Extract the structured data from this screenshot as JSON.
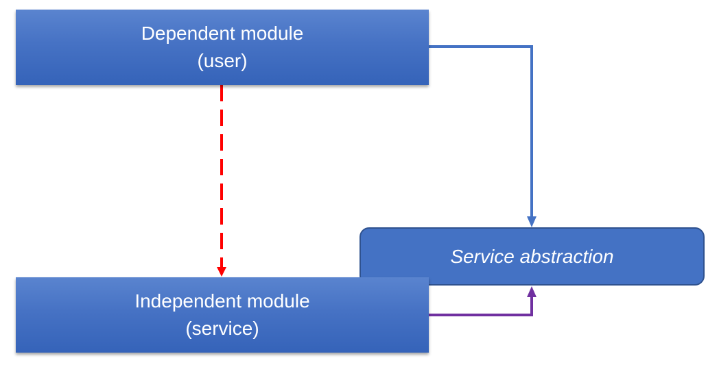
{
  "dependent_module": {
    "line1": "Dependent module",
    "line2": "(user)"
  },
  "independent_module": {
    "line1": "Independent module",
    "line2": "(service)"
  },
  "service_abstraction": {
    "label": "Service abstraction"
  },
  "colors": {
    "box_fill": "#4472c4",
    "box_border": "#2f528f",
    "uses_arrow": "#4472c4",
    "implements_arrow": "#7030a0",
    "direct_dependency_arrow": "#ff0000"
  }
}
